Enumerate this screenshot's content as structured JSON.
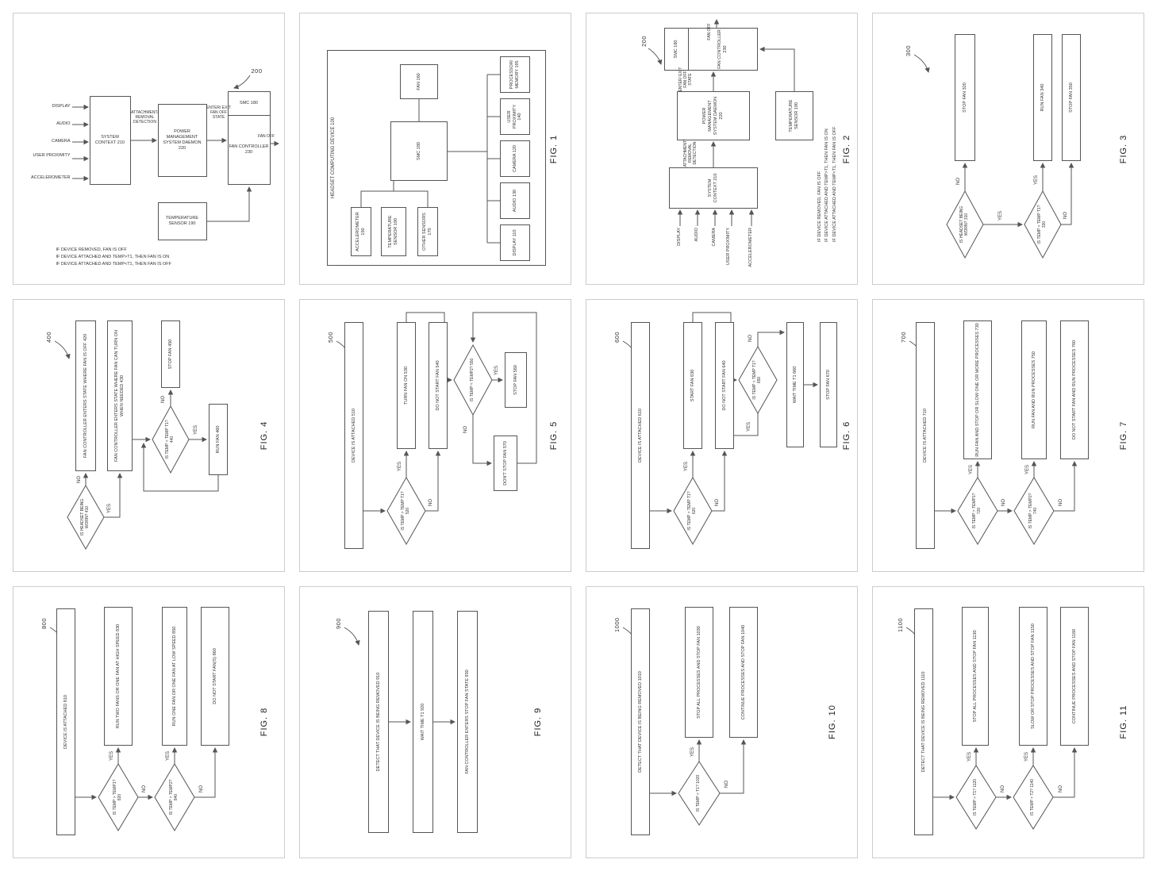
{
  "yn": {
    "yes": "YES",
    "no": "NO"
  },
  "colors": {
    "line": "#555555",
    "panel_border": "#cccccc",
    "text": "#333333",
    "page_bg": "#ffffff"
  },
  "panels": {
    "p1": {
      "ref": "200",
      "inputs": [
        "DISPLAY",
        "AUDIO",
        "CAMERA",
        "USER PROXIMITY",
        "ACCELEROMETER"
      ],
      "system_context": "SYSTEM CONTEXT 210",
      "attach_label": "ATTACHMENT/ REMOVAL DETECTION",
      "pms_daemon": "POWER MANAGEMENT SYSTEM DAEMON 220",
      "enter_exit": "ENTER/ EXIT FAN OFF STATE",
      "smc": "SMC 180",
      "fan_controller": "FAN CONTROLLER 230",
      "fan_off": "FAN OFF",
      "temp_sensor": "TEMPERATURE SENSOR 190",
      "notes": [
        "IF DEVICE REMOVED, FAN IS OFF",
        "IF DEVICE ATTACHED AND TEMP>T1, THEN FAN IS ON",
        "IF DEVICE ATTACHED AND TEMP<T1, THEN FAN IS OFF"
      ]
    },
    "fig1": {
      "label": "FIG. 1",
      "title": "HEADSET COMPUTING DEVICE 100",
      "smc": "SMC 180",
      "fan": "FAN 160",
      "left": [
        "ACCELEROMETER 150",
        "TEMPERATURE SENSOR 190",
        "OTHER SENSORS 170"
      ],
      "bottom": [
        "DISPLAY 110",
        "AUDIO 130",
        "CAMERA 120",
        "USER PROXIMITY 140",
        "PROCESSOR/ MEMORY 195"
      ]
    },
    "fig2": {
      "label": "FIG. 2",
      "ref": "200",
      "inputs": [
        "DISPLAY",
        "AUDIO",
        "CAMERA",
        "USER PROXIMITY",
        "ACCELEROMETER"
      ],
      "system_context": "SYSTEM CONTEXT 210",
      "attach_label": "ATTACHMENT/ REMOVAL DETECTION",
      "pms_daemon": "POWER MANAGEMENT SYSTEM DAEMON 220",
      "enter_exit": "ENTER/ EXIT FAN OFF STATE",
      "smc": "SMC 180",
      "fan_controller": "FAN CONTROLLER 230",
      "fan_off": "FAN OFF",
      "temp_sensor": "TEMPERATURE SENSOR 190",
      "notes": [
        "IF DEVICE REMOVED, FAN IS OFF",
        "IF DEVICE ATTACHED AND TEMP>T1, THEN FAN IS ON",
        "IF DEVICE ATTACHED AND TEMP<T1, THEN FAN IS OFF"
      ]
    },
    "fig3": {
      "label": "FIG. 3",
      "ref": "300",
      "d1": "IS HEADSET BEING WORN? 310",
      "stop1": "STOP FAN 320",
      "d2": "IS TEMP > TEMP T1? 330",
      "run": "RUN FAN 340",
      "stop2": "STOP FAN 350"
    },
    "fig4": {
      "label": "FIG. 4",
      "ref": "400",
      "d1": "IS HEADSET BEING WORN? 410",
      "s1": "FAN CONTROLLER ENTERS STATE WHERE FAN IS OFF 420",
      "s2": "FAN CONTROLLER ENTERS STATE WHERE FAN CAN TURN ON WHEN NEEDED 430",
      "d2": "IS TEMP > TEMP T1? 440",
      "stop": "STOP FAN 450",
      "run": "RUN FAN 460"
    },
    "fig5": {
      "label": "FIG. 5",
      "ref": "500",
      "start": "DEVICE IS ATTACHED 510",
      "d1": "IS TEMP > TEMP T1? 520",
      "fan_on": "TURN FAN ON 530",
      "no_start": "DO NOT START FAN 540",
      "d2": "IS TEMP < TEMP2? 550",
      "stop": "STOP FAN 560",
      "dont_stop": "DON'T STOP FAN 570"
    },
    "fig6": {
      "label": "FIG. 6",
      "ref": "600",
      "start": "DEVICE IS ATTACHED 610",
      "d1": "IS TEMP > TEMP T1? 620",
      "fan_on": "START FAN 630",
      "no_start": "DO NOT START FAN 640",
      "d2": "IS TEMP > TEMP T1? 650",
      "wait": "WAIT TIME T1 660",
      "stop": "STOP FAN 670"
    },
    "fig7": {
      "label": "FIG. 7",
      "ref": "700",
      "start": "DEVICE IS ATTACHED 710",
      "d1": "IS TEMP > TEMP1? 720",
      "a": "RUN FAN AND STOP OR SLOW ONE OR MORE PROCESSES 730",
      "d2": "IS TEMP > TEMP2? 740",
      "b": "RUN FAN AND RUN PROCESSES 750",
      "c": "DO NOT START FAN AND RUN PROCESSES 760"
    },
    "fig8": {
      "label": "FIG. 8",
      "ref": "800",
      "start": "DEVICE IS ATTACHED 810",
      "d1": "IS TEMP > TEMP1? 820",
      "a": "RUN TWO FANS OR ONE FAN AT HIGH SPEED 830",
      "d2": "IS TEMP > TEMP2? 840",
      "b": "RUN ONE FAN OR ONE FAN AT LOW SPEED 850",
      "c": "DO NOT START FAN(S) 860"
    },
    "fig9": {
      "label": "FIG. 9",
      "ref": "900",
      "s1": "DETECT THAT DEVICE IS BEING REMOVED 910",
      "s2": "WAIT TIME T1 920",
      "s3": "FAN CONTROLLER ENTERS STOP FAN STATE 930"
    },
    "fig10": {
      "label": "FIG. 10",
      "ref": "1000",
      "start": "DETECT THAT DEVICE IS BEING REMOVED 1010",
      "d1": "IS TEMP > T1? 1020",
      "a": "STOP ALL PROCESSES AND STOP FAN 1030",
      "b": "CONTINUE PROCESSES AND STOP FAN 1040"
    },
    "fig11": {
      "label": "FIG. 11",
      "ref": "1100",
      "start": "DETECT THAT DEVICE IS BEING REMOVED 1110",
      "d1": "IS TEMP > T1? 1120",
      "a": "STOP ALL PROCESSES AND STOP FAN 1130",
      "d2": "IS TEMP > T2? 1140",
      "b": "SLOW OR STOP PROCESSES AND STOP FAN 1150",
      "c": "CONTINUE PROCESSES AND STOP FAN 1160"
    }
  }
}
